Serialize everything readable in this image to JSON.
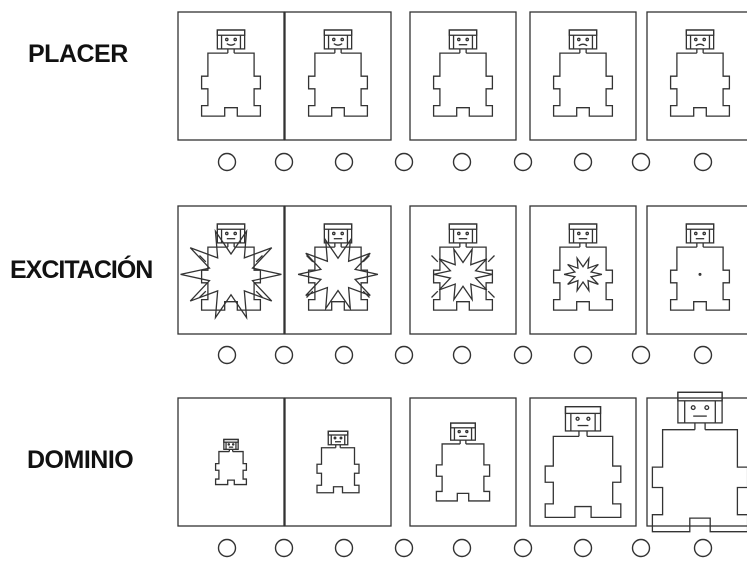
{
  "scales": [
    {
      "id": "placer",
      "label": "PLACER",
      "pictures": 5,
      "circles": 9
    },
    {
      "id": "excitacion",
      "label": "EXCITACIÓN",
      "pictures": 5,
      "circles": 9
    },
    {
      "id": "dominio",
      "label": "DOMINIO",
      "pictures": 5,
      "circles": 9
    }
  ],
  "colors": {
    "stroke": "#333333",
    "background": "#ffffff",
    "text": "#111111"
  }
}
